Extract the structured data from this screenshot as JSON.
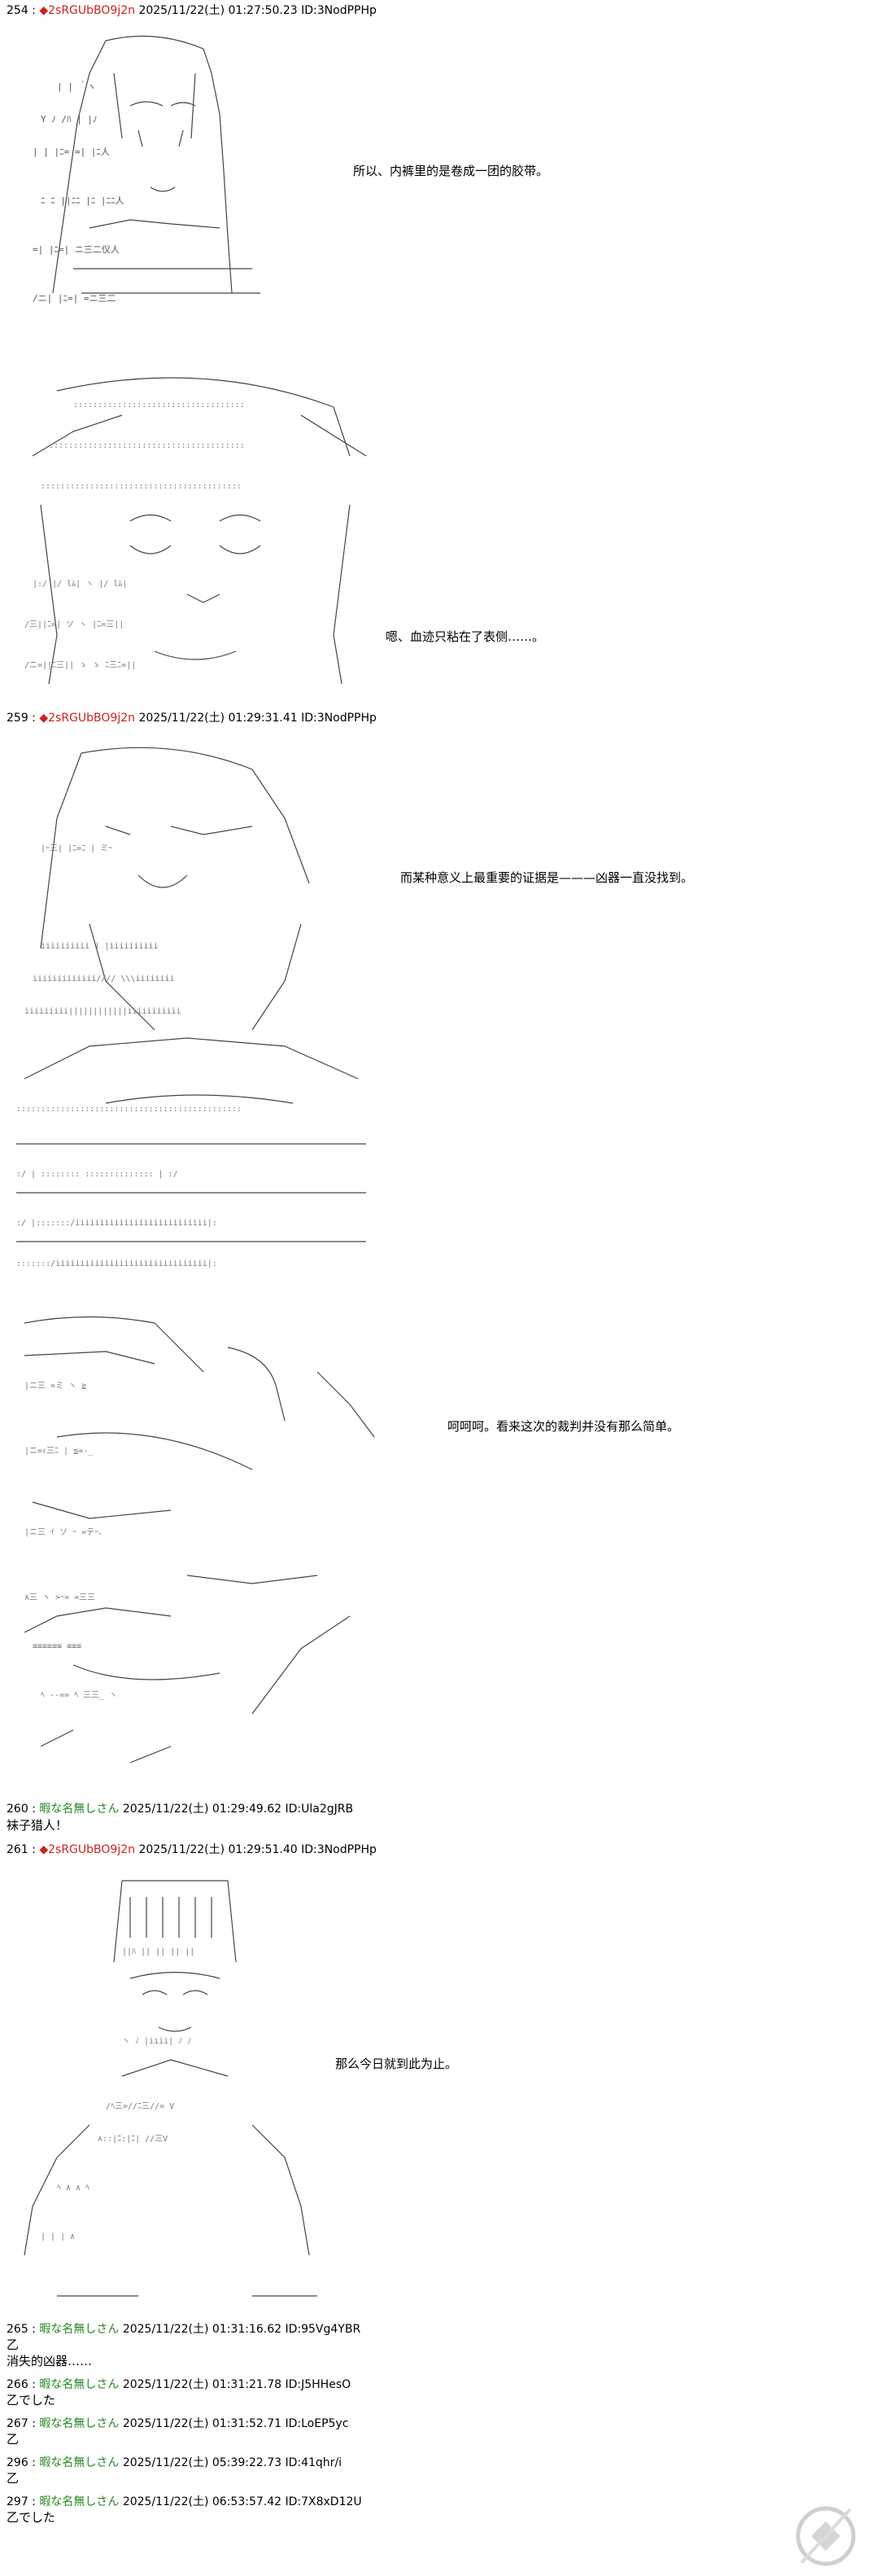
{
  "posts": [
    {
      "num": "254",
      "sep": " : ",
      "trip": "◆2sRGUbBO9j2n",
      "date": "2025/11/22(土) 01:27:50.23",
      "id": "ID:3NodPPHp"
    },
    {
      "num": "259",
      "sep": " : ",
      "trip": "◆2sRGUbBO9j2n",
      "date": "2025/11/22(土) 01:29:31.41",
      "id": "ID:3NodPPHp"
    },
    {
      "num": "260",
      "sep": " : ",
      "name": "暇な名無しさん",
      "date": "2025/11/22(土) 01:29:49.62",
      "id": "ID:Ula2gJRB",
      "text": "袜子猎人！"
    },
    {
      "num": "261",
      "sep": " : ",
      "trip": "◆2sRGUbBO9j2n",
      "date": "2025/11/22(土) 01:29:51.40",
      "id": "ID:3NodPPHp"
    },
    {
      "num": "265",
      "sep": " : ",
      "name": "暇な名無しさん",
      "date": "2025/11/22(土) 01:31:16.62",
      "id": "ID:95Vg4YBR",
      "text": "乙",
      "text2": "消失的凶器……"
    },
    {
      "num": "266",
      "sep": " : ",
      "name": "暇な名無しさん",
      "date": "2025/11/22(土) 01:31:21.78",
      "id": "ID:J5HHesO",
      "text": "乙でした"
    },
    {
      "num": "267",
      "sep": " : ",
      "name": "暇な名無しさん",
      "date": "2025/11/22(土) 01:31:52.71",
      "id": "ID:LoEP5yc",
      "text": "乙"
    },
    {
      "num": "296",
      "sep": " : ",
      "name": "暇な名無しさん",
      "date": "2025/11/22(土) 05:39:22.73",
      "id": "ID:41qhr/i",
      "text": "乙"
    },
    {
      "num": "297",
      "sep": " : ",
      "name": "暇な名無しさん",
      "date": "2025/11/22(土) 06:53:57.42",
      "id": "ID:7X8xD12U",
      "text": "乙でした"
    }
  ],
  "dialogues": {
    "d1": "所以、内裤里的是卷成一团的胶带。",
    "d2": "嗯、血迹只粘在了表侧……。",
    "d3": "而某种意义上最重要的证据是———凶器一直没找到。",
    "d4": "呵呵呵。看来这次的裁判并没有那么简单。",
    "d5": "那么今日就到此为止。"
  },
  "colors": {
    "trip": "#cc2222",
    "anon_name": "#228822",
    "text": "#000000",
    "background": "#ffffff"
  },
  "watermark_icon": "site-watermark-logo"
}
